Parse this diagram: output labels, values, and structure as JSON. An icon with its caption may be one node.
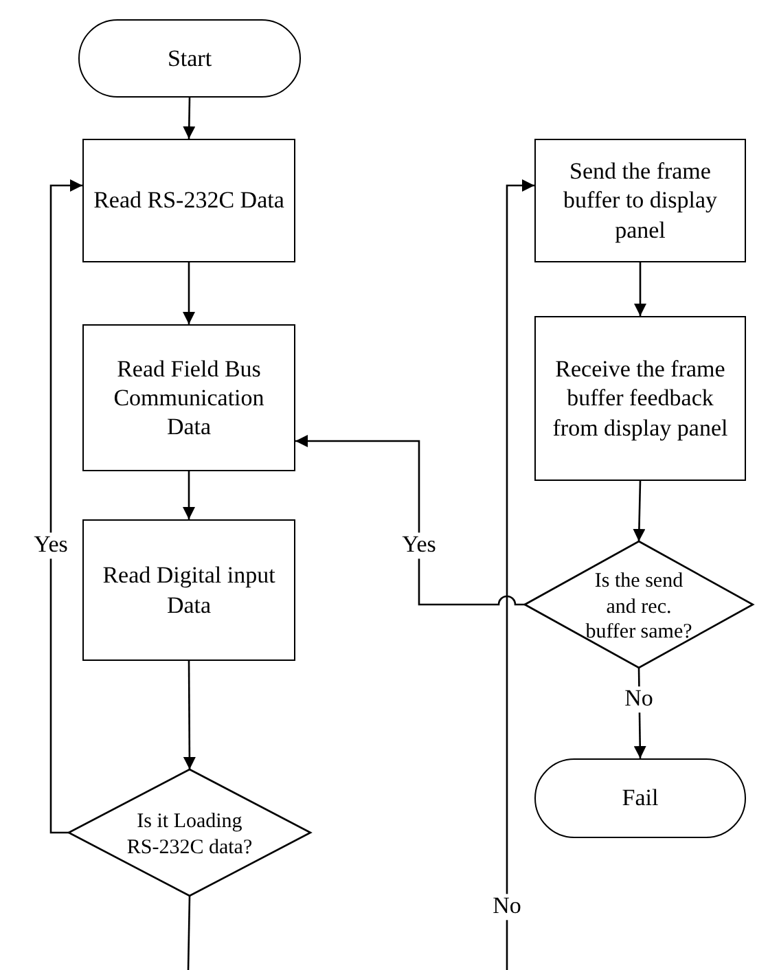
{
  "diagram": {
    "nodes": [
      {
        "text": [
          "Start"
        ]
      },
      {
        "text": [
          "Read RS-232C Data"
        ]
      },
      {
        "text": [
          "Read Field Bus Communication Data"
        ]
      },
      {
        "text": [
          "Read Digital input Data"
        ]
      },
      {
        "text": [
          "Is it Loading RS-232C data?"
        ]
      },
      {
        "text": [
          "Send the frame buffer to display panel"
        ]
      },
      {
        "text": [
          "Receive the frame buffer feedback from display panel"
        ]
      },
      {
        "text": [
          "Is the send and rec. buffer same?"
        ]
      },
      {
        "text": [
          "Fail"
        ]
      }
    ],
    "edges": [
      {
        "from": 0,
        "to": 1,
        "arrow": "to"
      },
      {
        "from": 1,
        "to": 2,
        "arrow": "to"
      },
      {
        "from": 2,
        "to": 3,
        "arrow": "to"
      },
      {
        "from": 3,
        "to": 4,
        "arrow": "to"
      },
      {
        "from": 4,
        "to": 1,
        "arrow": "to",
        "label": "Yes"
      },
      {
        "from": 4,
        "to": null,
        "arrow": "none"
      },
      {
        "from": null,
        "to": 5,
        "arrow": "to",
        "label": "No"
      },
      {
        "from": 5,
        "to": 6,
        "arrow": "to"
      },
      {
        "from": 6,
        "to": 7,
        "arrow": "to"
      },
      {
        "from": 7,
        "to": 8,
        "arrow": "to",
        "label": "No"
      },
      {
        "from": 7,
        "to": 2,
        "arrow": "to",
        "label": "Yes"
      }
    ]
  }
}
